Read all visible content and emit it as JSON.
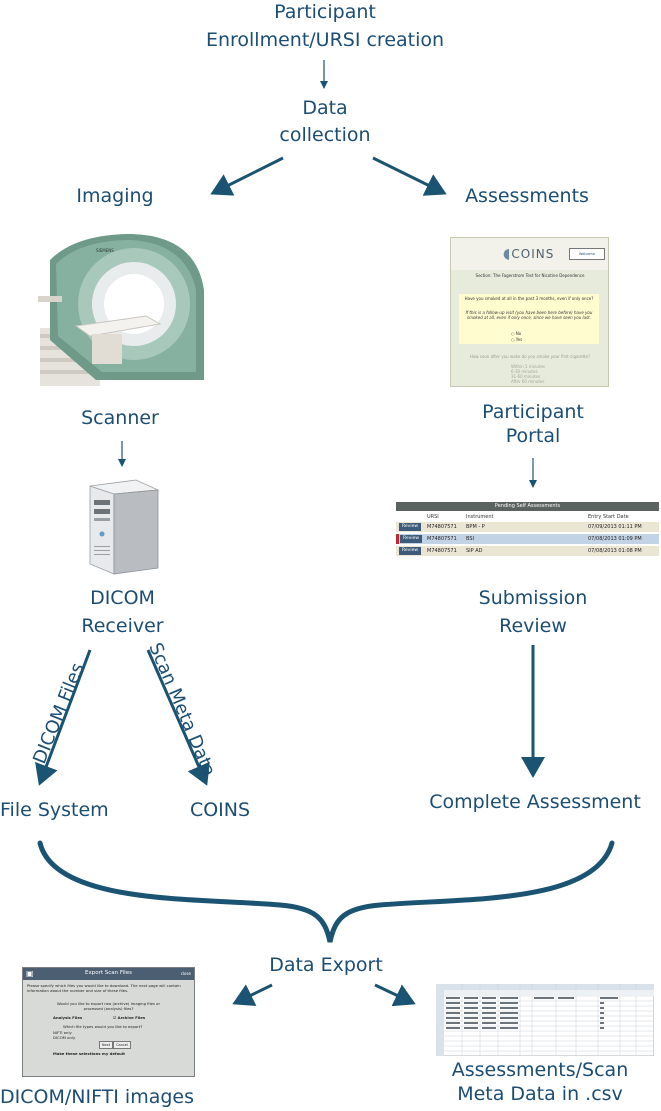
{
  "nodes": {
    "enrollment": [
      "Participant",
      "Enrollment/URSI creation"
    ],
    "data_collection": [
      "Data",
      "collection"
    ],
    "imaging": "Imaging",
    "assessments": "Assessments",
    "scanner": "Scanner",
    "participant_portal": [
      "Participant",
      "Portal"
    ],
    "dicom_receiver": [
      "DICOM",
      "Receiver"
    ],
    "submission_review": [
      "Submission",
      "Review"
    ],
    "file_system": "File System",
    "coins": "COINS",
    "complete_assessment": "Complete Assessment",
    "data_export": "Data Export",
    "dicom_nifti": "DICOM/NIFTI images",
    "csv_export": [
      "Assessments/Scan",
      "Meta Data in .csv"
    ]
  },
  "edge_labels": {
    "dicom_files": "DICOM Files",
    "scan_meta_data": "Scan Meta Data"
  },
  "colors": {
    "text": "#1c4d73",
    "arrow": "#1a5472"
  },
  "portal_screenshot": {
    "logo": "COINS",
    "welcome": "Welcome",
    "section": "Section: The Fagerstrom Test for Nicotine Dependence",
    "question1": "Have you smoked at all in the past 3 months, even if only once?",
    "question1b": "If this is a follow-up visit (you have been here before) have you smoked at all, even if only once, since we have seen you last.",
    "option_no": "No",
    "option_yes": "Yes",
    "question2": "How soon after you wake do you smoke your first cigarette?",
    "opt_a": "Within 5 minutes",
    "opt_b": "6-30 minutes",
    "opt_c": "31-60 minutes",
    "opt_d": "After 60 minutes"
  },
  "review_table": {
    "title": "Pending Self Assessments",
    "headers": [
      "URSI",
      "Instrument",
      "Entry Start Date"
    ],
    "button": "Review",
    "rows": [
      {
        "ursi": "M74807571",
        "instrument": "BPM - P",
        "date": "07/09/2013 01:11 PM"
      },
      {
        "ursi": "M74807571",
        "instrument": "BSI",
        "date": "07/08/2013 01:09 PM"
      },
      {
        "ursi": "M74807571",
        "instrument": "SIP AD",
        "date": "07/08/2013 01:08 PM"
      }
    ]
  },
  "export_dialog": {
    "title": "Export Scan Files",
    "close": "close",
    "intro": "Please specify which files you would like to download. The next page will contain information about the number and size of these files.",
    "question": "Would you like to export raw (archive) imaging files or processed (analysis) files?",
    "analysis": "Analysis Files",
    "archive": "Archive Files",
    "question2": "Which file types would you like to export?",
    "nifti": "NIFTI only",
    "dicom": "DICOM only",
    "next": "Next",
    "cancel": "Cancel",
    "default": "Make these selections my default"
  }
}
